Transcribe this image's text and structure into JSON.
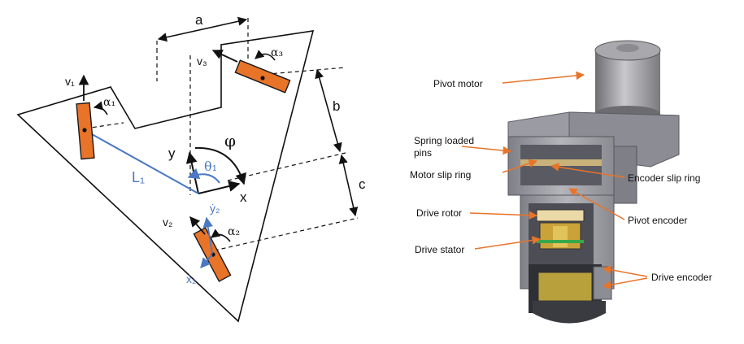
{
  "colors": {
    "wheel_fill": "#e8742a",
    "wheel_stroke": "#1a1a1a",
    "link_blue": "#4a78c4",
    "callout_orange": "#e8742a",
    "ink": "#111111"
  },
  "kinematic": {
    "dims": {
      "a": "a",
      "b": "b",
      "c": "c"
    },
    "axes": {
      "x": "x",
      "y": "y"
    },
    "angles": {
      "phi": "φ",
      "theta1": "θ₁",
      "alpha1": "α₁",
      "alpha2": "α₂",
      "alpha3": "α₃"
    },
    "velocities": {
      "v1": "v₁",
      "v2": "v₂",
      "v3": "v₃",
      "y2dot": "ẏ₂",
      "x2dot": "ẋ₂"
    },
    "link": {
      "L1": "L₁"
    }
  },
  "module": {
    "callouts": {
      "pivot_motor": "Pivot motor",
      "spring_loaded_line1": "Spring loaded",
      "spring_loaded_line2": "pins",
      "motor_slip_ring": "Motor slip ring",
      "encoder_slip_ring": "Encoder slip ring",
      "pivot_encoder": "Pivot encoder",
      "drive_rotor": "Drive rotor",
      "drive_stator": "Drive stator",
      "drive_encoder": "Drive encoder"
    }
  }
}
